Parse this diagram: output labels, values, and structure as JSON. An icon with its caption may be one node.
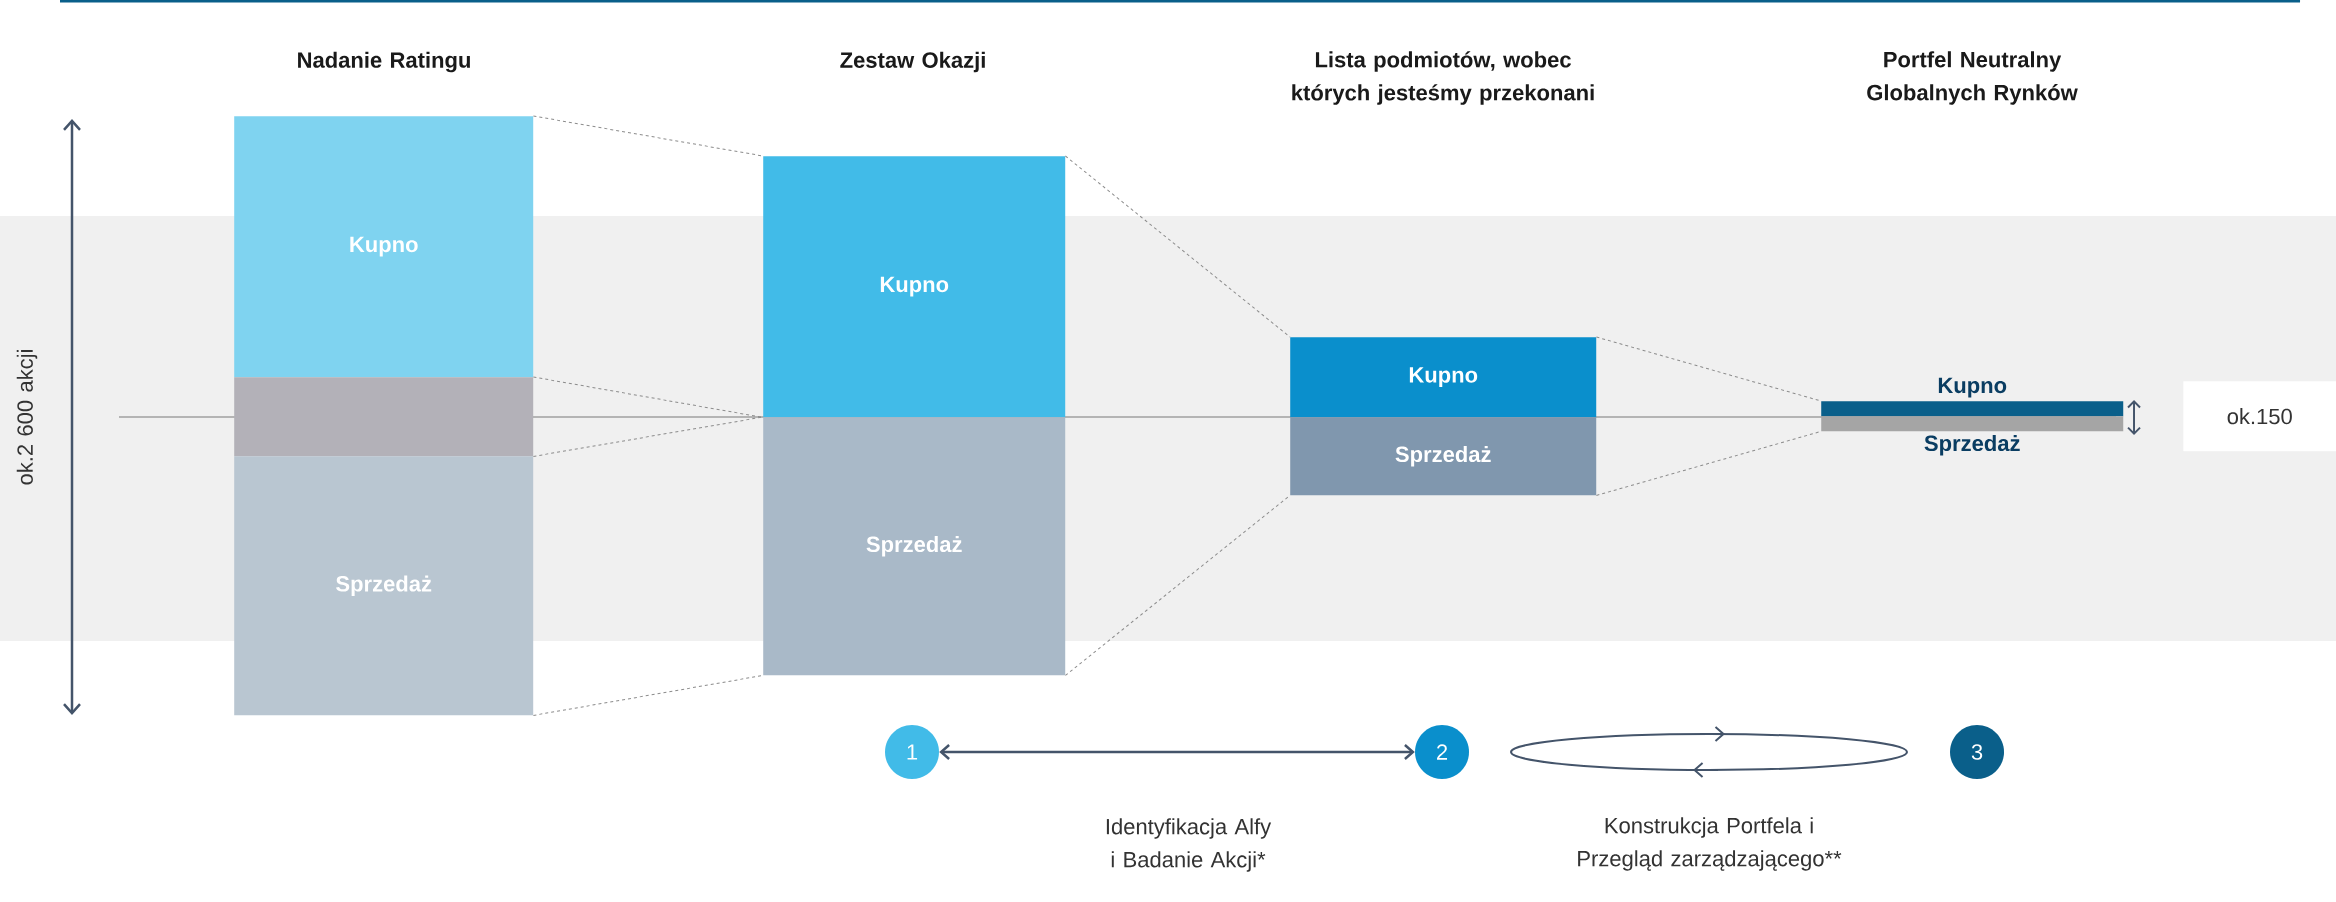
{
  "diagram": {
    "nodes": [
      {
        "text": [
          "Kupno"
        ]
      },
      {
        "text": [],
        "shape": "box"
      },
      {
        "text": [
          "Sprzedaż"
        ]
      },
      {
        "text": [
          "Kupno"
        ]
      },
      {
        "text": [
          "Sprzedaż"
        ]
      },
      {
        "text": [
          "Kupno"
        ]
      },
      {
        "text": [
          "Sprzedaż"
        ]
      },
      {
        "text": [
          "Kupno"
        ]
      },
      {
        "text": [
          "Sprzedaż"
        ]
      },
      {
        "text": [
          "ok.150"
        ]
      },
      {
        "text": [
          "1"
        ]
      },
      {
        "text": [
          "2"
        ]
      },
      {
        "text": [
          "3"
        ]
      }
    ],
    "edges": [
      {
        "from": 0,
        "to": 3,
        "arrow": "none",
        "style": "dashed"
      },
      {
        "from": 1,
        "to": 3,
        "arrow": "none",
        "style": "dashed"
      },
      {
        "from": 1,
        "to": 4,
        "arrow": "none",
        "style": "dashed"
      },
      {
        "from": 2,
        "to": 4,
        "arrow": "none",
        "style": "dashed"
      },
      {
        "from": 3,
        "to": 5,
        "arrow": "none",
        "style": "dashed"
      },
      {
        "from": 4,
        "to": 6,
        "arrow": "none",
        "style": "dashed"
      },
      {
        "from": 5,
        "to": 7,
        "arrow": "none",
        "style": "dashed"
      },
      {
        "from": 6,
        "to": 8,
        "arrow": "none",
        "style": "dashed"
      },
      {
        "from": 10,
        "to": 11,
        "arrow": "both",
        "color": "#44546a"
      }
    ],
    "labels": [
      "Nadanie Ratingu",
      "Zestaw Okazji",
      "Lista podmiotów, wobec których jesteśmy przekonani",
      "Portfel Neutralny Globalnych Rynków",
      "ok.2 600 akcji",
      "Identyfikacja Alfy i Badanie Akcji*",
      "Konstrukcja Portfela i Przegląd zarządzającego**"
    ]
  }
}
